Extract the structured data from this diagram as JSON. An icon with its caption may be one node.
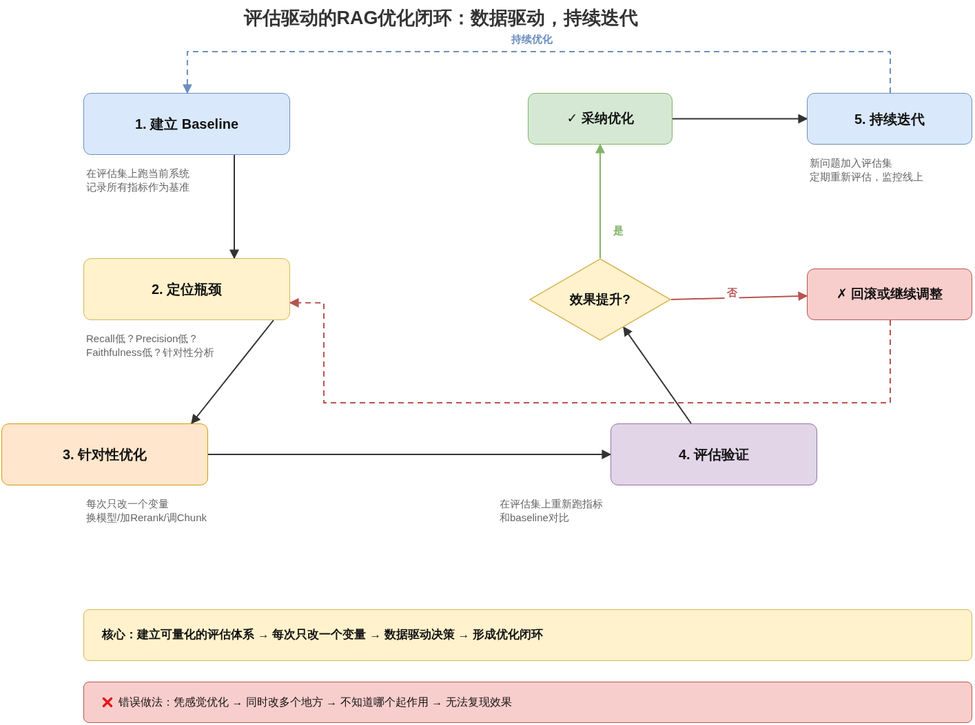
{
  "diagram": {
    "title": "评估驱动的RAG优化闭环：数据驱动，持续迭代",
    "nodes": [
      {
        "text": [
          "1. 建立 Baseline"
        ],
        "beside": [
          "在评估集上跑当前系统",
          "记录所有指标作为基准"
        ]
      },
      {
        "text": [
          "2. 定位瓶颈"
        ],
        "beside": [
          "Recall低？Precision低？",
          "Faithfulness低？针对性分析"
        ]
      },
      {
        "text": [
          "3. 针对性优化"
        ],
        "beside": [
          "每次只改一个变量",
          "换模型/加Rerank/调Chunk"
        ]
      },
      {
        "text": [
          "4. 评估验证"
        ],
        "beside": [
          "在评估集上重新跑指标",
          "和baseline对比"
        ]
      },
      {
        "text": [
          "效果提升?"
        ]
      },
      {
        "text": [
          "✓ 采纳优化"
        ]
      },
      {
        "text": [
          "5. 持续迭代"
        ],
        "beside": [
          "新问题加入评估集",
          "定期重新评估，监控线上"
        ]
      },
      {
        "text": [
          "✗ 回滚或继续调整"
        ]
      },
      {
        "text": [
          "核心：建立可量化的评估体系 → 每次只改一个变量 → 数据驱动决策 → 形成优化闭环"
        ]
      },
      {
        "text": [
          "错误做法：凭感觉优化 → 同时改多个地方 → 不知道哪个起作用 → 无法复现效果"
        ]
      }
    ],
    "edges": [
      {
        "from": 0,
        "to": 1,
        "arrow": "to"
      },
      {
        "from": 1,
        "to": 2,
        "arrow": "to"
      },
      {
        "from": 2,
        "to": 3,
        "arrow": "to"
      },
      {
        "from": 3,
        "to": 4,
        "arrow": "to"
      },
      {
        "from": 4,
        "to": 5,
        "arrow": "to",
        "label": "是",
        "color": "#82b366"
      },
      {
        "from": 4,
        "to": 7,
        "arrow": "to",
        "label": "否",
        "color": "#b85450"
      },
      {
        "from": 5,
        "to": 6,
        "arrow": "to"
      },
      {
        "from": 6,
        "to": 0,
        "arrow": "to",
        "label": "持续优化",
        "style": "dashed",
        "color": "#6c8ebf"
      },
      {
        "from": 7,
        "to": 1,
        "arrow": "to",
        "style": "dashed",
        "color": "#b85450"
      }
    ]
  }
}
